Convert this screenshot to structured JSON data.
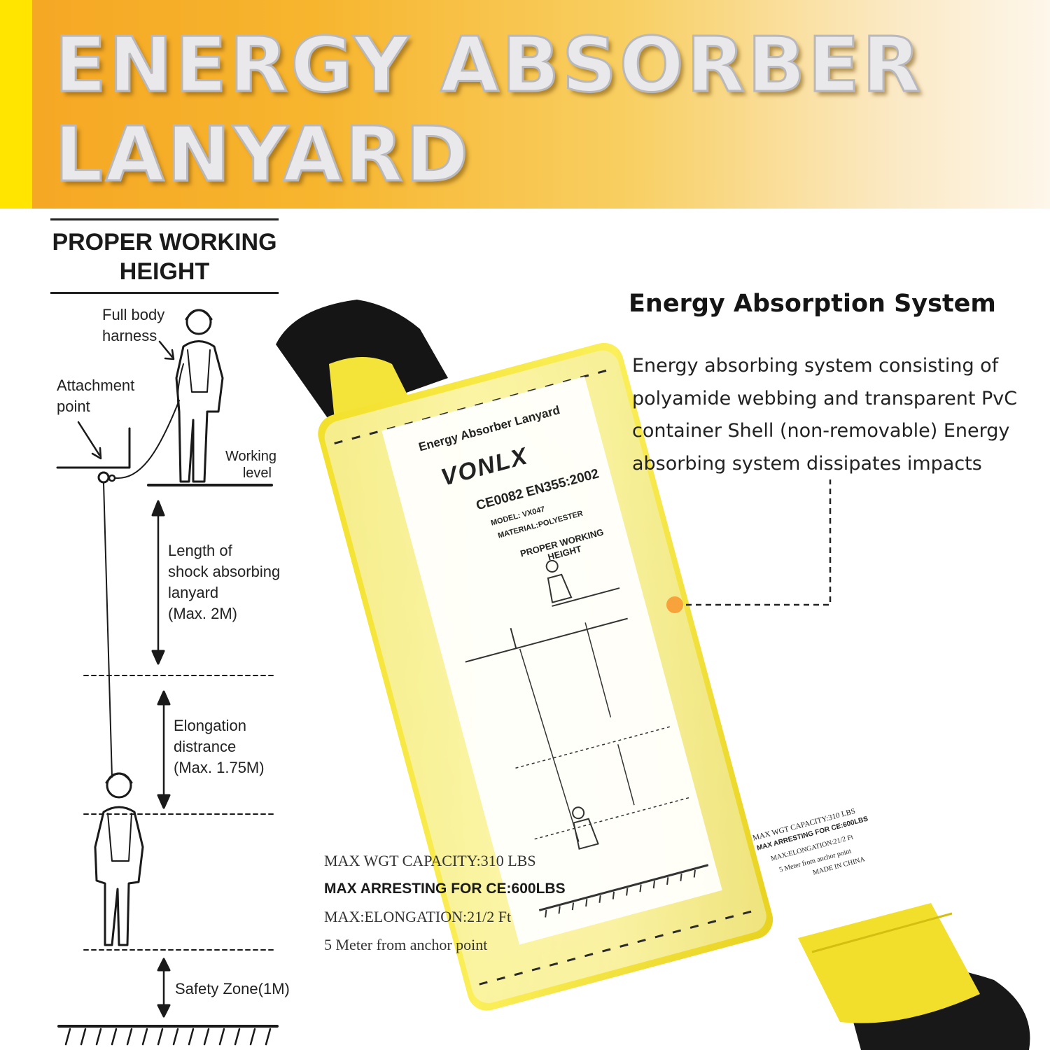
{
  "banner": {
    "title_line1": "ENERGY ABSORBER",
    "title_line2": "LANYARD"
  },
  "diagram": {
    "heading": "PROPER WORKING HEIGHT",
    "full_body_harness_1": "Full body",
    "full_body_harness_2": "harness",
    "attachment_1": "Attachment",
    "attachment_2": "point",
    "working_1": "Working",
    "working_2": "level",
    "length_1": "Length of",
    "length_2": "shock absorbing",
    "length_3": "lanyard",
    "length_4": "(Max. 2M)",
    "elong_1": "Elongation",
    "elong_2": "distrance",
    "elong_3": "(Max. 1.75M)",
    "safety": "Safety Zone(1M)"
  },
  "product_label": {
    "name": "Energy Absorber Lanyard",
    "brand": "VONLX",
    "cert": "CE0082 EN355:2002",
    "model": "MODEL: VX047",
    "material": "MATERIAL:POLYESTER",
    "heading": "PROPER WORKING HEIGHT",
    "l1": "MAX WGT CAPACITY:310 LBS",
    "l2": "MAX ARRESTING FOR CE:600LBS",
    "l3": "MAX:ELONGATION:21/2 Ft",
    "l4": "5 Meter from anchor point",
    "l5": "MADE IN CHINA"
  },
  "feature": {
    "title": "Energy Absorption System",
    "body": "Energy absorbing system consisting of polyamide webbing and transparent PvC container Shell (non-removable) Energy absorbing system dissipates impacts"
  },
  "specs": {
    "capacity": "MAX WGT CAPACITY:310 LBS",
    "arresting": "MAX ARRESTING FOR CE:600LBS",
    "elongation": "MAX:ELONGATION:21/2 Ft",
    "anchor": "5 Meter from anchor point"
  },
  "colors": {
    "accent_yellow": "#ffe500",
    "banner_orange": "#f5a623",
    "marker_orange": "#f7a23a",
    "webbing_yellow": "#f4e43a"
  }
}
